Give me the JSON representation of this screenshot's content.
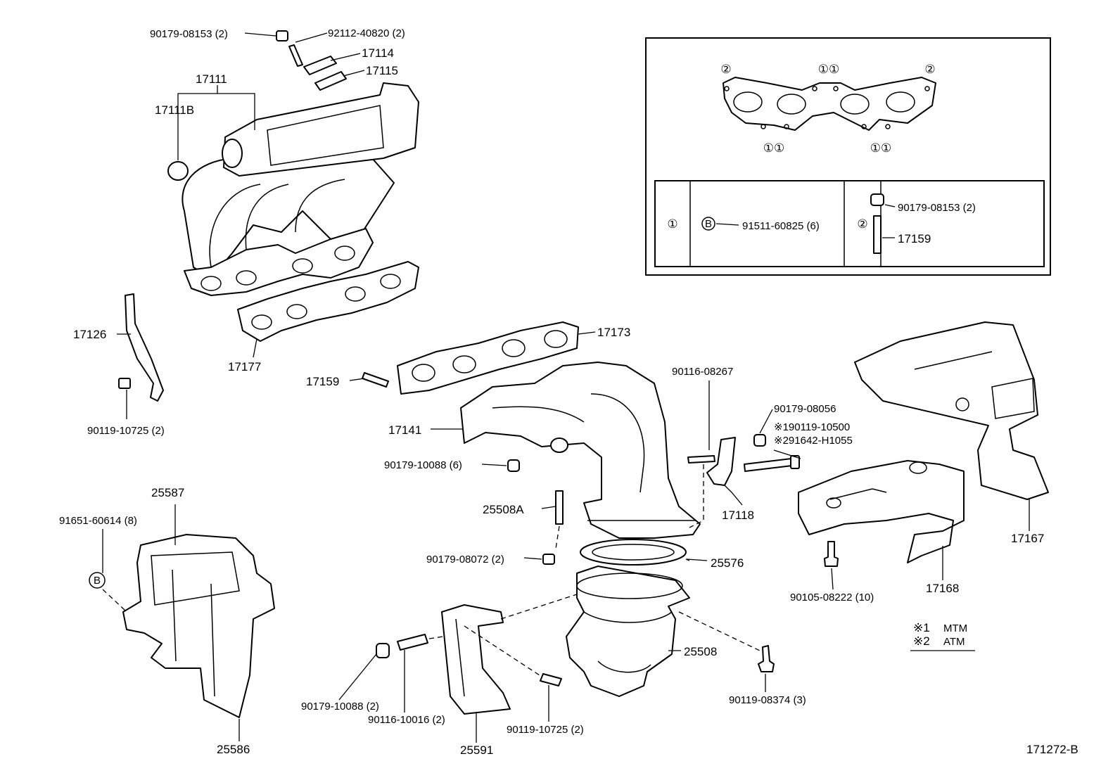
{
  "parts": {
    "p1": "90179-08153 (2)",
    "p2": "92112-40820 (2)",
    "p3": "17114",
    "p4": "17115",
    "p5": "17111",
    "p6": "17111B",
    "p7": "17126",
    "p8": "90119-10725 (2)",
    "p9": "17177",
    "p10": "17173",
    "p11": "17159",
    "p12": "17141",
    "p13": "90179-10088 (6)",
    "p14": "90116-08267",
    "p15": "90179-08056",
    "p16": "※190119-10500",
    "p17": "※291642-H1055",
    "p18": "17118",
    "p19": "25587",
    "p20": "91651-60614 (8)",
    "p21": "25508A",
    "p22": "90179-08072 (2)",
    "p23": "25576",
    "p24": "25508",
    "p25": "90179-10088 (2)",
    "p26": "90116-10016 (2)",
    "p27": "90119-10725 (2)",
    "p28": "25591",
    "p29": "25586",
    "p30": "90119-08374 (3)",
    "p31": "90105-08222 (10)",
    "p32": "17168",
    "p33": "17167"
  },
  "inset": {
    "marks_top": [
      "②",
      "①①",
      "②"
    ],
    "marks_bottom": [
      "①①",
      "①①"
    ],
    "row1_marker": "①",
    "row1_b_marker": "B",
    "row1_part": "91511-60825 (6)",
    "row2_marker": "②",
    "row2_part_a": "90179-08153 (2)",
    "row2_part_b": "17159"
  },
  "b_marker": "B",
  "legend": {
    "note1_mark": "※1",
    "note1_text": "MTM",
    "note2_mark": "※2",
    "note2_text": "ATM"
  },
  "diagram_code": "171272-B"
}
